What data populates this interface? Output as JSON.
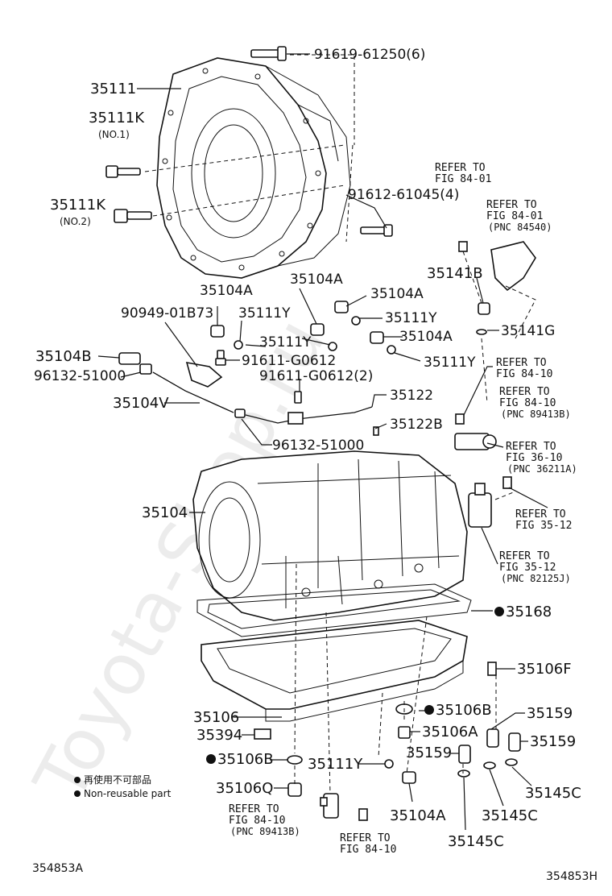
{
  "watermark": "Toyota-Shop.ru",
  "labels": {
    "p35111": "35111",
    "p35111k_1": "35111K",
    "no1": "(NO.1)",
    "p35111k_2": "35111K",
    "no2": "(NO.2)",
    "bolt_91619": "91619-61250(6)",
    "bolt_91612": "91612-61045(4)",
    "p35104a_1": "35104A",
    "p35104a_2": "35104A",
    "p35104a_3": "35104A",
    "p35104a_4": "35104A",
    "p35104a_5": "35104A",
    "p35111y_1": "35111Y",
    "p35111y_2": "35111Y",
    "p35111y_3": "35111Y",
    "p35111y_4": "35111Y",
    "p35111y_5": "35111Y",
    "p90949": "90949-01B73",
    "p91611_1": "91611-G0612",
    "p91611_2": "91611-G0612(2)",
    "p35104b": "35104B",
    "p96132_1": "96132-51000",
    "p96132_2": "96132-51000",
    "p35104v": "35104V",
    "p35122": "35122",
    "p35122b": "35122B",
    "p35141b": "35141B",
    "p35141g": "35141G",
    "p35104": "35104",
    "p35168": "35168",
    "p35106f": "35106F",
    "p35106": "35106",
    "p35394": "35394",
    "p35106b_1": "35106B",
    "p35106b_2": "35106B",
    "p35106a": "35106A",
    "p35159_1": "35159",
    "p35159_2": "35159",
    "p35159_3": "35159",
    "p35145c_1": "35145C",
    "p35145c_2": "35145C",
    "p35145c_3": "35145C",
    "p35106q": "35106Q"
  },
  "refs": {
    "r1_a": "REFER TO",
    "r1_b": "FIG 84-01",
    "r2_a": "REFER TO",
    "r2_b": "FIG 84-01",
    "r2_c": "(PNC 84540)",
    "r3_a": "REFER TO",
    "r3_b": "FIG 84-10",
    "r4_a": "REFER TO",
    "r4_b": "FIG 84-10",
    "r4_c": "(PNC 89413B)",
    "r5_a": "REFER TO",
    "r5_b": "FIG 36-10",
    "r5_c": "(PNC 36211A)",
    "r6_a": "REFER TO",
    "r6_b": "FIG 35-12",
    "r7_a": "REFER TO",
    "r7_b": "FIG 35-12",
    "r7_c": "(PNC 82125J)",
    "r8_a": "REFER TO",
    "r8_b": "FIG 84-10",
    "r8_c": "(PNC 89413B)",
    "r9_a": "REFER TO",
    "r9_b": "FIG 84-10"
  },
  "legend": {
    "line1": "再使用不可部品",
    "line2": "Non-reusable part"
  },
  "codes": {
    "left": "354853A",
    "right": "354853H"
  }
}
